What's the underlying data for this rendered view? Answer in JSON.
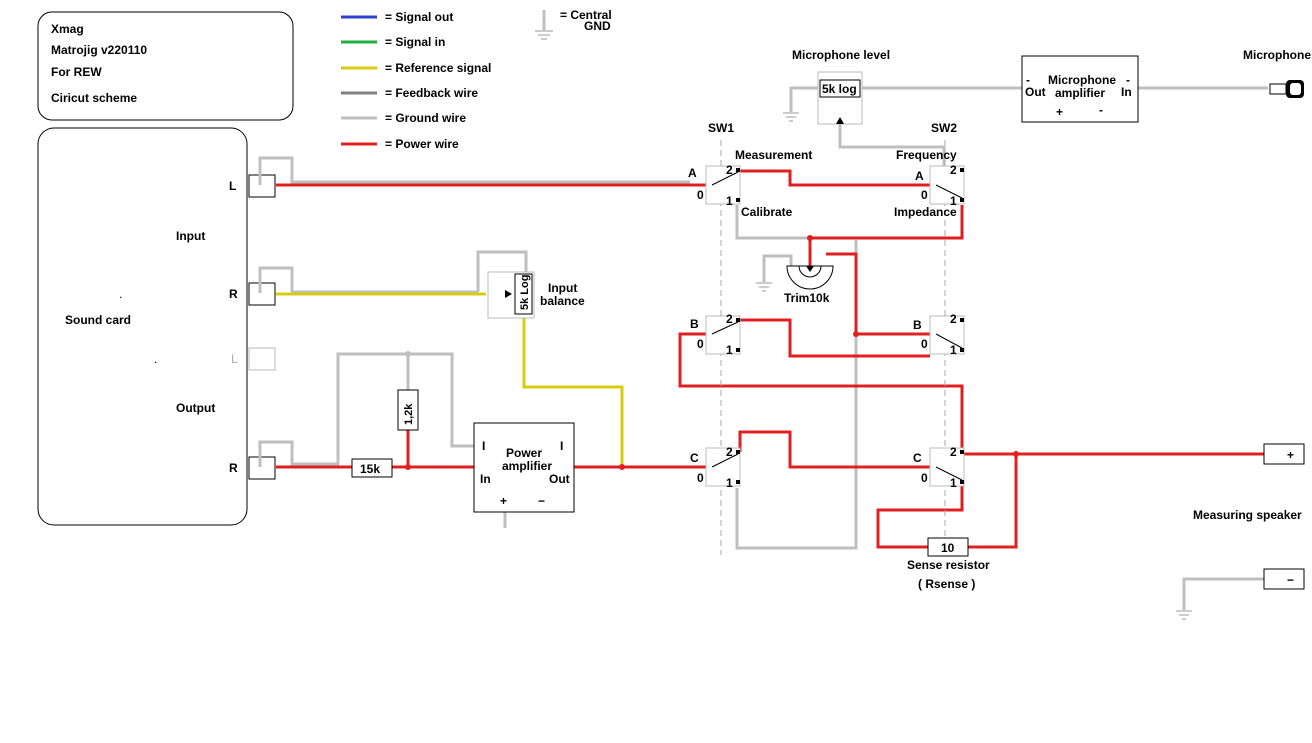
{
  "title_box": {
    "line1": "Xmag",
    "line2": "Matrojig v220110",
    "line3": "For REW",
    "line4": "Ciricut scheme"
  },
  "legend": [
    {
      "label": "= Signal out",
      "color": "#3040d0"
    },
    {
      "label": "= Signal in",
      "color": "#20b040"
    },
    {
      "label": "= Reference signal",
      "color": "#d8cc10"
    },
    {
      "label": "= Feedback wire",
      "color": "#808080"
    },
    {
      "label": "= Ground wire",
      "color": "#bfbfbf"
    },
    {
      "label": "= Power wire",
      "color": "#e02020"
    }
  ],
  "central_gnd": {
    "line1": "=  Central",
    "line2": "GND"
  },
  "soundcard": {
    "label": "Sound card",
    "input_label": "Input",
    "output_label": "Output",
    "in_l": "L",
    "in_r": "R",
    "out_l": "L",
    "out_r": "R"
  },
  "components": {
    "input_pot": "5k Log",
    "input_balance_1": "Input",
    "input_balance_2": "balance",
    "r_1k2": "1,2k",
    "r_15k": "15k",
    "power_amp_1": "Power",
    "power_amp_2": "amplifier",
    "pa_in": "In",
    "pa_out": "Out",
    "pa_plus": "+",
    "pa_minus": "−",
    "pa_pin_left": "I",
    "pa_pin_right": "I",
    "mic_level": "Microphone level",
    "mic_pot": "5k log",
    "mic_amp_1": "Microphone",
    "mic_amp_2": "amplifier",
    "ma_out": "Out",
    "ma_in": "In",
    "ma_minus_l": "-",
    "ma_minus_r": "-",
    "ma_plus": "+",
    "ma_minus_b": "-",
    "microphone": "Microphone",
    "trim": "Trim10k",
    "sense_value": "10",
    "sense_1": "Sense resistor",
    "sense_2": "( Rsense )",
    "speaker": "Measuring speaker",
    "spk_plus": "+",
    "spk_minus": "−"
  },
  "switches": {
    "sw1": "SW1",
    "sw2": "SW2",
    "measurement": "Measurement",
    "calibrate": "Calibrate",
    "frequency": "Frequency",
    "impedance": "Impedance",
    "A": "A",
    "B": "B",
    "C": "C",
    "pos0": "0",
    "pos1": "1",
    "pos2": "2"
  }
}
